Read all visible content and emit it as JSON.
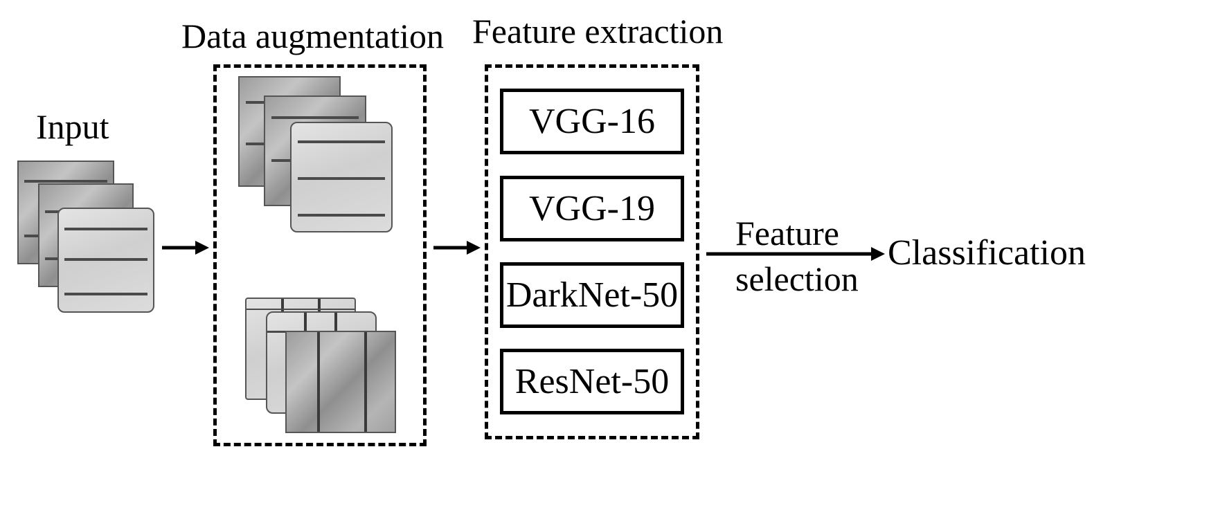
{
  "labels": {
    "input": "Input",
    "data_augmentation": "Data augmentation",
    "feature_extraction": "Feature extraction",
    "feature_selection_line1": "Feature",
    "feature_selection_line2": "selection",
    "classification": "Classification"
  },
  "models": [
    "VGG-16",
    "VGG-19",
    "DarkNet-50",
    "ResNet-50"
  ]
}
